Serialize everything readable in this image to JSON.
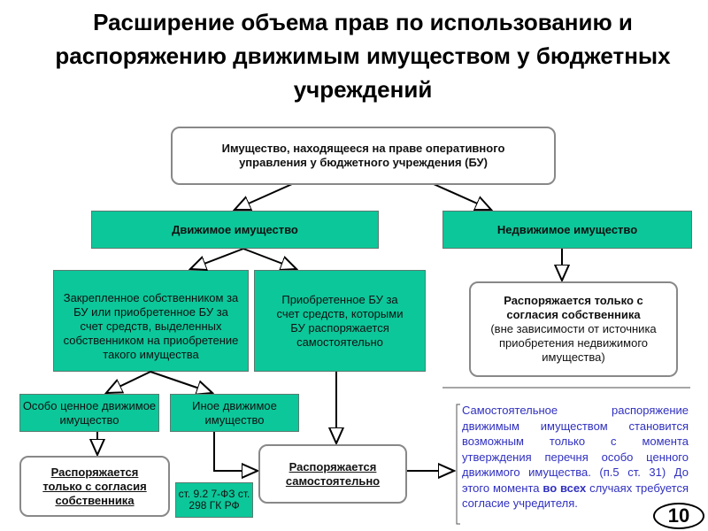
{
  "title": "Расширение объема прав по использованию и распоряжению движимым имуществом у бюджетных учреждений",
  "top_box": "Имущество, находящееся на праве оперативного управления у бюджетного учреждения (БУ)",
  "movable": "Движимое имущество",
  "immovable": "Недвижимое имущество",
  "assigned": "Закрепленное собственником за БУ или приобретенное БУ за счет средств, выделенных собственником на приобретение такого имущества",
  "acquired": "Приобретенное БУ за счет средств, которыми БУ распоряжается самостоятельно",
  "immovable_rule_title": "Распоряжается только с согласия собственника",
  "immovable_rule_note": "(вне зависимости от источника приобретения недвижимого имущества)",
  "especially_valuable": "Особо ценное движимое имущество",
  "other_movable": "Иное движимое имущество",
  "owner_consent": "Распоряжается только с согласия собственника",
  "law_ref": "ст. 9.2 7-ФЗ ст. 298 ГК РФ",
  "independent": "Распоряжается самостоятельно",
  "note_part1": "Самостоятельное распоряжение движимым имуществом становится возможным только с момента утверждения перечня особо ценного движимого имущества. (п.5 ст. 31) До этого момента ",
  "note_bold": "во всех",
  "note_part2": " случаях требуется согласие учредителя.",
  "slide_number": "10"
}
